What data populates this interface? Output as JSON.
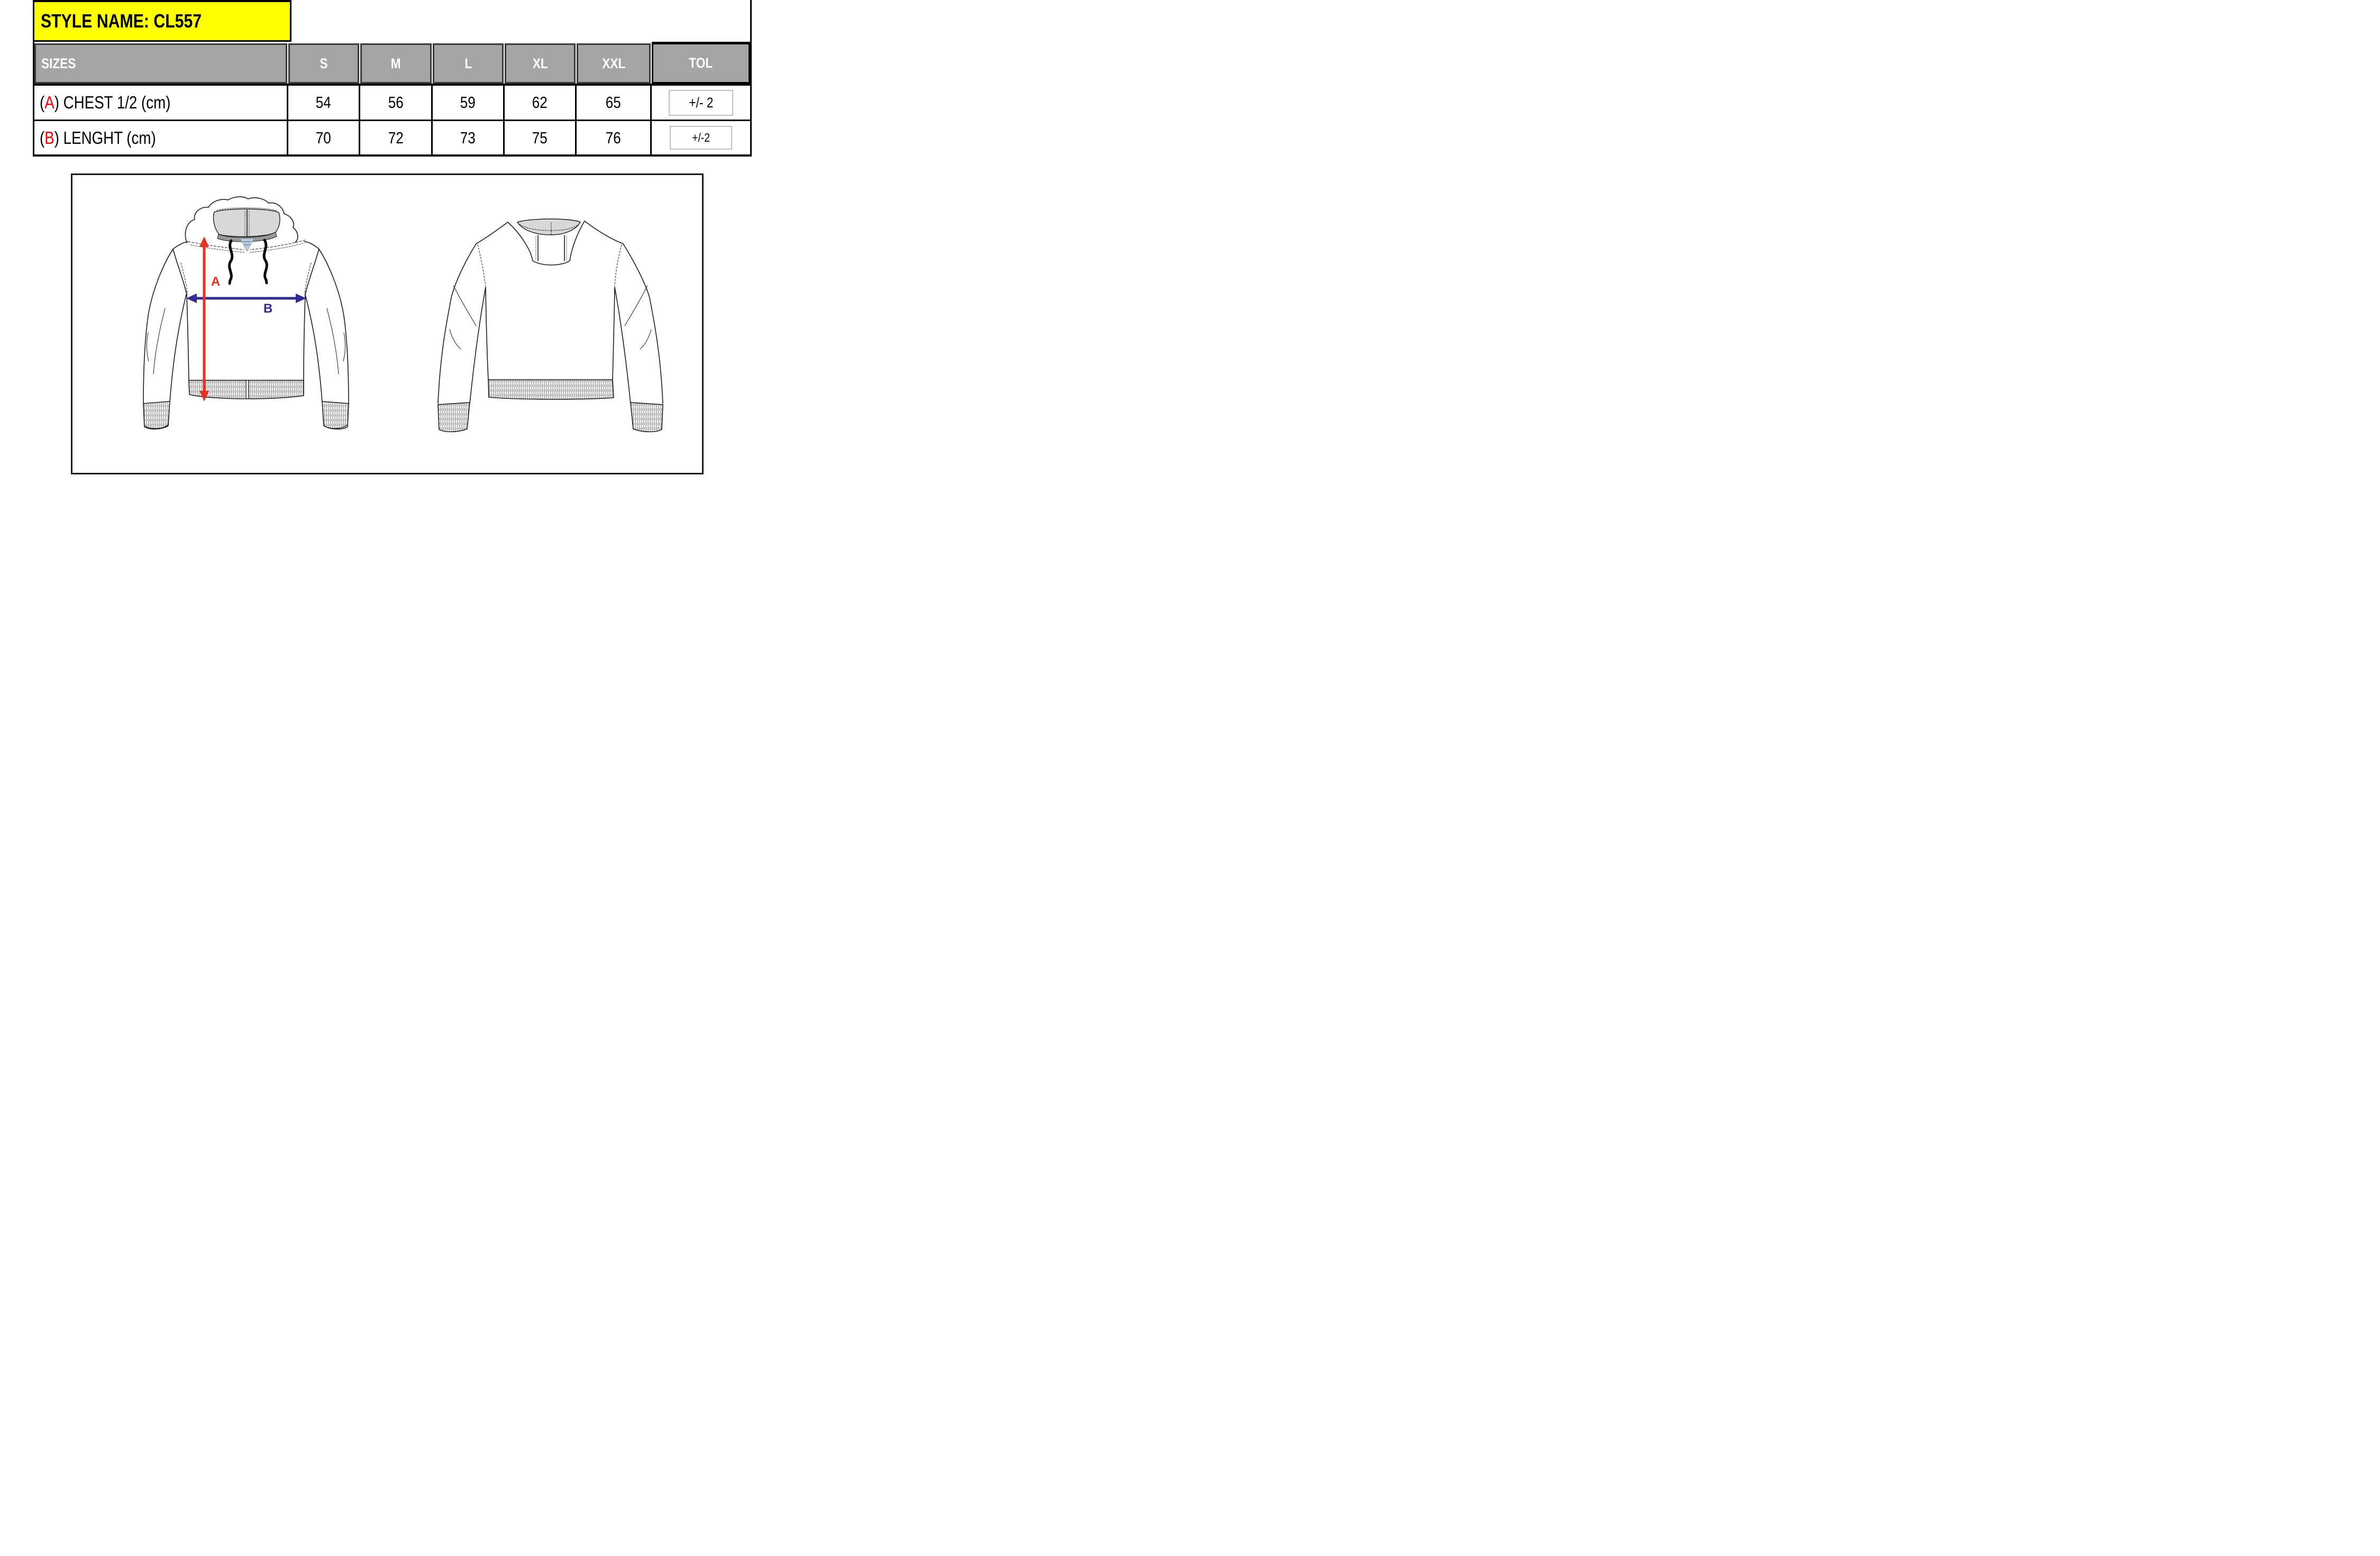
{
  "title": {
    "text": "STYLE NAME: CL557"
  },
  "table": {
    "sizes_header": "SIZES",
    "size_columns": [
      "S",
      "M",
      "L",
      "XL",
      "XXL"
    ],
    "tol_header": "TOL",
    "rows": [
      {
        "letter": "A",
        "label_prefix": "(",
        "label_suffix": ") CHEST 1/2 (cm)",
        "values": [
          "54",
          "56",
          "59",
          "62",
          "65"
        ],
        "tolerance": "+/- 2"
      },
      {
        "letter": "B",
        "label_prefix": "(",
        "label_suffix": ") LENGHT (cm)",
        "values": [
          "70",
          "72",
          "73",
          "75",
          "76"
        ],
        "tolerance": "+/-2"
      }
    ]
  },
  "diagram": {
    "measure_a_label": "A",
    "measure_b_label": "B"
  },
  "colors": {
    "title_bg": "#ffff00",
    "header_bg": "#a4a4a4",
    "header_text": "#ffffff",
    "row_letter_red": "#ff0000",
    "arrow_red": "#e8301f",
    "arrow_blue": "#312b96",
    "hood_lining_gray": "#d8d8d8",
    "neck_label_blue": "#b9cfe0",
    "tol_box_border": "#bfbfbf"
  }
}
